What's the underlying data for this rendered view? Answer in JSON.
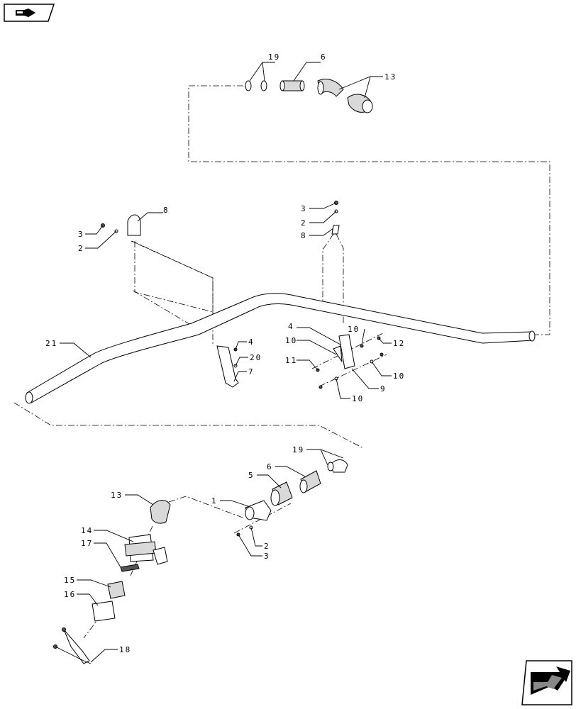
{
  "navigation": {
    "back_icon": "hand-pointing-icon",
    "forward_icon": "curved-arrow-icon"
  },
  "callouts": [
    {
      "id": "c19a",
      "label": "19"
    },
    {
      "id": "c6a",
      "label": "6"
    },
    {
      "id": "c13a",
      "label": "13"
    },
    {
      "id": "c8a",
      "label": "8"
    },
    {
      "id": "c3a",
      "label": "3"
    },
    {
      "id": "c2a",
      "label": "2"
    },
    {
      "id": "c3b",
      "label": "3"
    },
    {
      "id": "c2b",
      "label": "2"
    },
    {
      "id": "c8b",
      "label": "8"
    },
    {
      "id": "c21",
      "label": "21"
    },
    {
      "id": "c4a",
      "label": "4"
    },
    {
      "id": "c20",
      "label": "20"
    },
    {
      "id": "c7",
      "label": "7"
    },
    {
      "id": "c4b",
      "label": "4"
    },
    {
      "id": "c10a",
      "label": "10"
    },
    {
      "id": "c10b",
      "label": "10"
    },
    {
      "id": "c11",
      "label": "11"
    },
    {
      "id": "c12",
      "label": "12"
    },
    {
      "id": "c10c",
      "label": "10"
    },
    {
      "id": "c9",
      "label": "9"
    },
    {
      "id": "c10d",
      "label": "10"
    },
    {
      "id": "c19b",
      "label": "19"
    },
    {
      "id": "c6b",
      "label": "6"
    },
    {
      "id": "c5",
      "label": "5"
    },
    {
      "id": "c1",
      "label": "1"
    },
    {
      "id": "c13b",
      "label": "13"
    },
    {
      "id": "c14",
      "label": "14"
    },
    {
      "id": "c17",
      "label": "17"
    },
    {
      "id": "c2c",
      "label": "2"
    },
    {
      "id": "c3c",
      "label": "3"
    },
    {
      "id": "c15",
      "label": "15"
    },
    {
      "id": "c16",
      "label": "16"
    },
    {
      "id": "c18",
      "label": "18"
    }
  ]
}
